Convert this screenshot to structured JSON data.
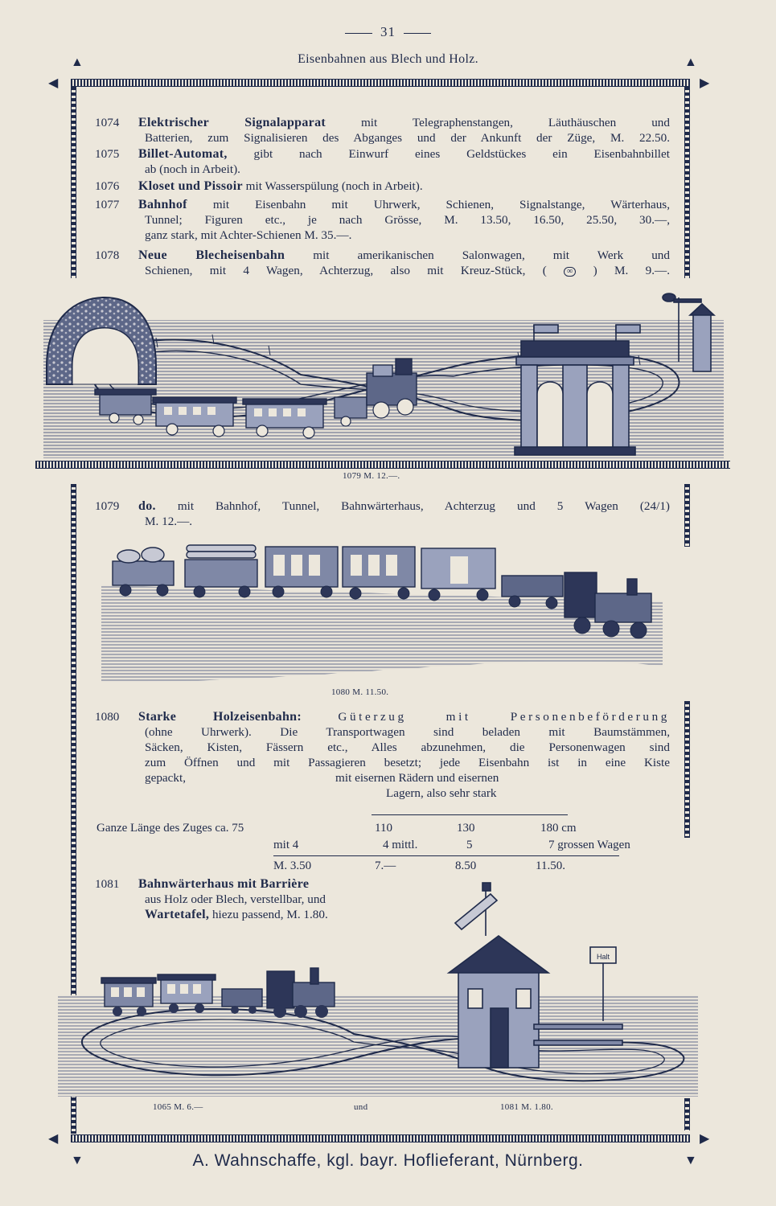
{
  "header": {
    "page_number": "31",
    "running_title": "Eisenbahnen aus Blech und Holz."
  },
  "entries": {
    "e1074": {
      "num": "1074",
      "title": "Elektrischer Signalapparat",
      "line1": "mit Telegraphenstangen, Läuthäuschen und",
      "line2": "Batterien, zum Signalisieren des Abganges und der Ankunft der Züge, M. 22.50."
    },
    "e1075": {
      "num": "1075",
      "title": "Billet-Automat,",
      "line1": "gibt nach Einwurf eines Geldstückes ein Eisenbahnbillet",
      "line2": "ab (noch in Arbeit)."
    },
    "e1076": {
      "num": "1076",
      "title": "Kloset und Pissoir",
      "line1": "mit Wasserspülung (noch in Arbeit)."
    },
    "e1077": {
      "num": "1077",
      "title": "Bahnhof",
      "line1": "mit Eisenbahn mit Uhrwerk, Schienen, Signalstange, Wärterhaus,",
      "line2": "Tunnel; Figuren etc., je nach Grösse, M. 13.50, 16.50, 25.50, 30.—,",
      "line3": "ganz stark, mit Achter-Schienen M. 35.—."
    },
    "e1078": {
      "num": "1078",
      "title": "Neue Blecheisenbahn",
      "line1": "mit amerikanischen Salonwagen, mit Werk und",
      "line2a": "Schienen, mit 4 Wagen, Achterzug, also mit Kreuz-Stück, (",
      "line2sym": "∞",
      "line2b": ") M. 9.—."
    },
    "e1079": {
      "num": "1079",
      "title": "do.",
      "line1": "mit Bahnhof, Tunnel, Bahnwärterhaus, Achterzug und 5 Wagen (24/1)",
      "line2": "M. 12.—."
    },
    "e1080": {
      "num": "1080",
      "title": "Starke Holzeisenbahn:",
      "title_spaced": "Güterzug mit Personenbeförderung",
      "line1": "(ohne Uhrwerk). Die Transportwagen sind beladen mit Baumstämmen,",
      "line2": "Säcken, Kisten, Fässern etc., Alles abzunehmen, die Personenwagen sind",
      "line3": "zum Öffnen und mit Passagieren besetzt; jede Eisenbahn ist in eine Kiste",
      "line4a": "gepackt,",
      "line4b": "mit eisernen Rädern und eisernen",
      "line5": "Lagern, also sehr stark"
    },
    "e1081": {
      "num": "1081",
      "title1": "Bahnwärterhaus mit Barrière",
      "line1": "aus Holz oder Blech, verstellbar, und",
      "title2": "Wartetafel,",
      "line2": "hiezu passend, M. 1.80."
    }
  },
  "captions": {
    "c1079": "1079  M. 12.—.",
    "c1080": "1080  M. 11.50.",
    "c1065": "1065  M. 6.—",
    "c_und": "und",
    "c1081": "1081  M. 1.80."
  },
  "price_table": {
    "row1_label": "Ganze Länge des Zuges ca. 75",
    "row1_values": [
      "110",
      "130",
      "180 cm"
    ],
    "row2_label": "mit 4",
    "row2_values": [
      "4 mittl.",
      "5",
      "7 grossen Wagen"
    ],
    "row3_values": [
      "M. 3.50",
      "7.—",
      "8.50",
      "11.50."
    ]
  },
  "illustration_text": {
    "halt_sign": "Halt"
  },
  "footer": {
    "text": "A. Wahnschaffe, kgl. bayr. Hoflieferant, Nürnberg."
  }
}
